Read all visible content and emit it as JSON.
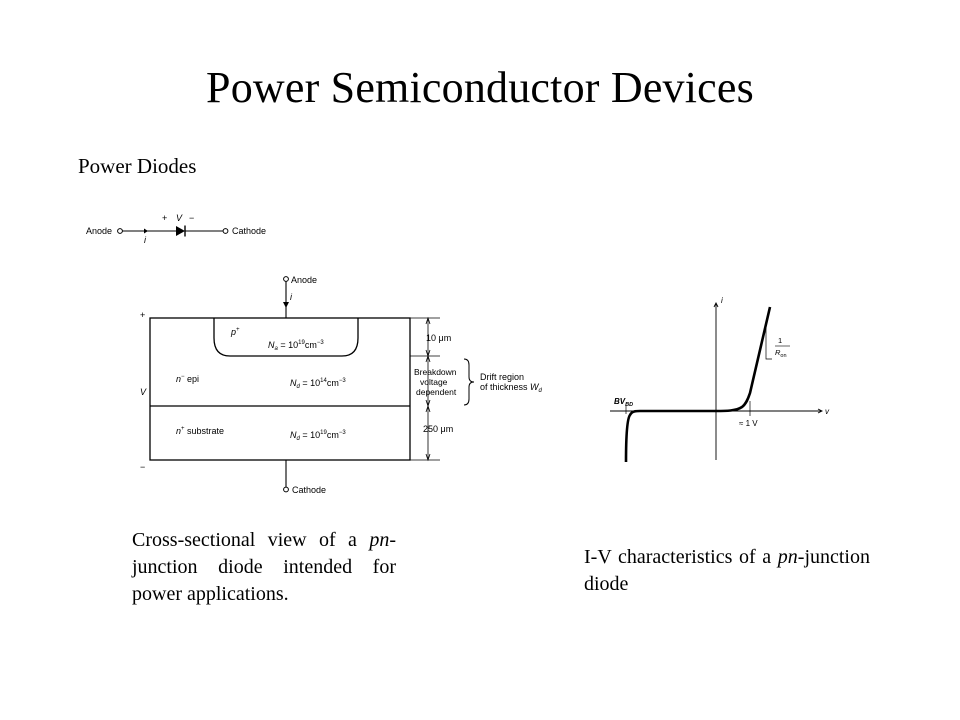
{
  "slide": {
    "title": "Power Semiconductor Devices",
    "subtitle": "Power Diodes"
  },
  "symbol": {
    "anode_label": "Anode",
    "cathode_label": "Cathode",
    "plus": "+",
    "minus": "−",
    "voltage": "V",
    "current": "i"
  },
  "cross_section": {
    "anode_label": "Anode",
    "cathode_label": "Cathode",
    "current": "i",
    "plus": "+",
    "minus": "−",
    "voltage": "V",
    "p_region": "p",
    "p_sup": "+",
    "na_label": "N",
    "na_sub": "a",
    "na_value": " = 10",
    "na_exp": "19",
    "na_unit": "cm",
    "na_unit_exp": "−3",
    "n_epi": "n",
    "n_epi_sup": "−",
    "n_epi_text": " epi",
    "nd1_label": "N",
    "nd1_sub": "d",
    "nd1_value": " = 10",
    "nd1_exp": "14",
    "nd1_unit": "cm",
    "nd1_unit_exp": "−3",
    "n_sub": "n",
    "n_sub_sup": "+",
    "n_sub_text": " substrate",
    "nd2_label": "N",
    "nd2_sub": "d",
    "nd2_value": " = 10",
    "nd2_exp": "19",
    "nd2_unit": "cm",
    "nd2_unit_exp": "−3",
    "dim_top": "10 μm",
    "dim_mid_1": "Breakdown",
    "dim_mid_2": "voltage",
    "dim_mid_3": "dependent",
    "dim_bot": "250 μm",
    "drift_1": "Drift region",
    "drift_2": "of thickness ",
    "drift_w": "W",
    "drift_sub": "d"
  },
  "iv_chart": {
    "i_axis": "i",
    "v_axis": "v",
    "bv": "BV",
    "bv_sub": "BD",
    "slope_num": "1",
    "slope_den": "R",
    "slope_den_sub": "on",
    "knee": "≈ 1 V"
  },
  "captions": {
    "left_1": "Cross-sectional view of a ",
    "left_italic": "pn",
    "left_2": "-junction diode intended for power applications.",
    "right_1": "I-V characteristics of a ",
    "right_italic": "pn",
    "right_2": "-junction diode"
  }
}
